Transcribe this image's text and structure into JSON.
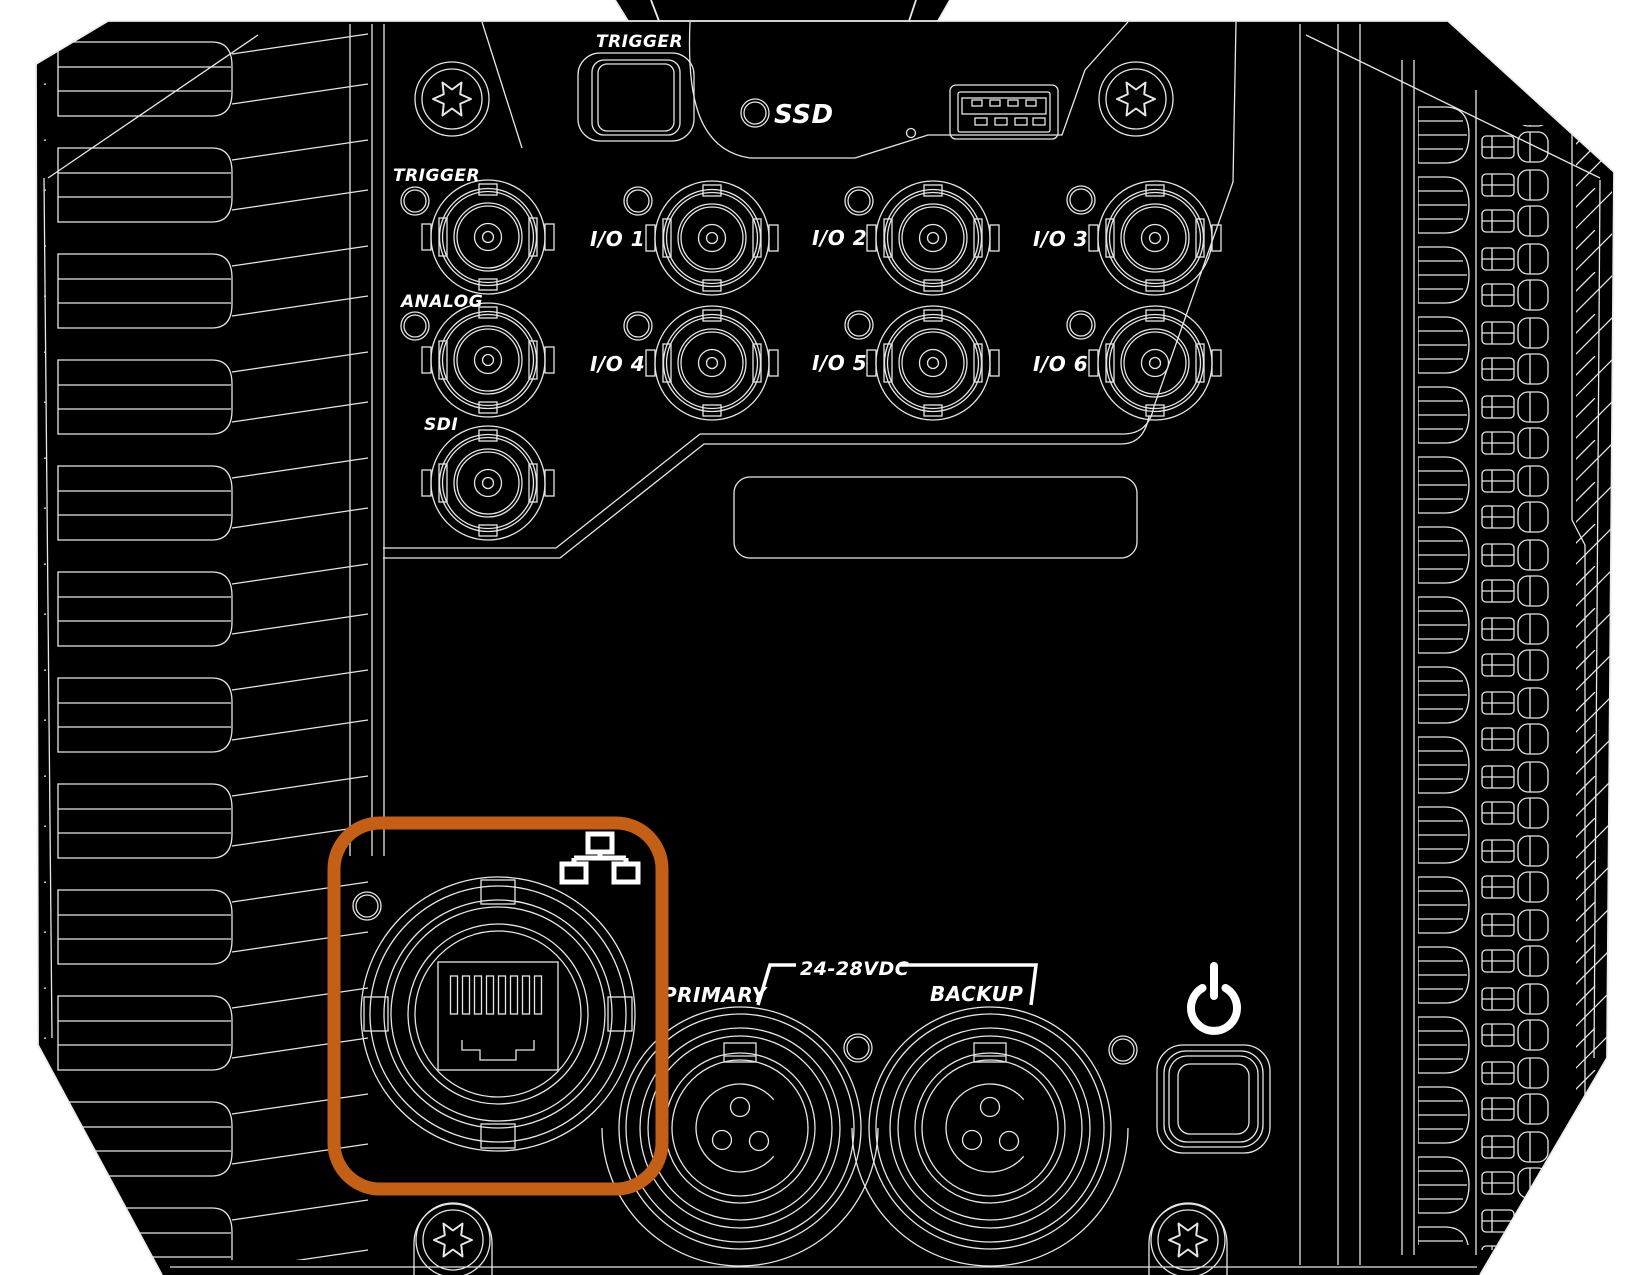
{
  "panel": {
    "top": {
      "trigger_button": "TRIGGER",
      "ssd": "SSD"
    },
    "bnc": {
      "trigger": "TRIGGER",
      "analog": "ANALOG",
      "sdi": "SDI",
      "io": [
        "I/O 1",
        "I/O 2",
        "I/O 3",
        "I/O 4",
        "I/O 5",
        "I/O 6"
      ]
    },
    "power": {
      "primary": "PRIMARY",
      "voltage": "24-28VDC",
      "backup": "BACKUP"
    },
    "colors": {
      "highlight": "#c35f17",
      "body": "#000000",
      "line": "#ededed",
      "page": "#ffffff"
    }
  }
}
